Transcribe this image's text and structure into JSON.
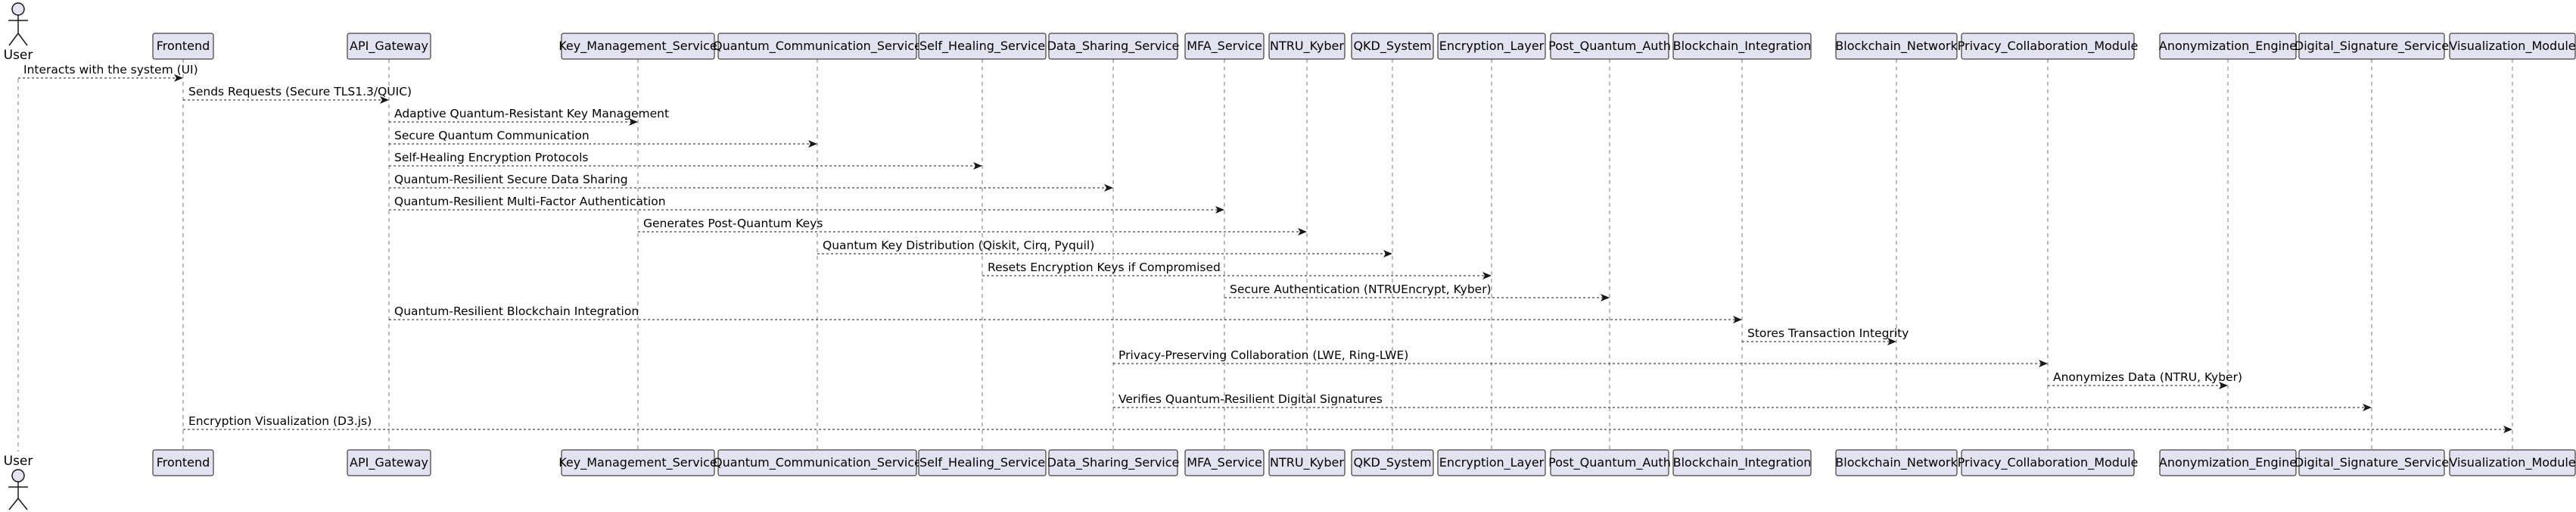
{
  "colors": {
    "box_fill": "#E2E2F0",
    "box_stroke": "#181818",
    "lifeline": "#7a7a7a",
    "arrow": "#181818",
    "text": "#000000"
  },
  "participants": [
    {
      "id": "user",
      "label": "User",
      "kind": "actor"
    },
    {
      "id": "frontend",
      "label": "Frontend",
      "kind": "box"
    },
    {
      "id": "gateway",
      "label": "API_Gateway",
      "kind": "box"
    },
    {
      "id": "kms",
      "label": "Key_Management_Service",
      "kind": "box"
    },
    {
      "id": "qcs",
      "label": "Quantum_Communication_Service",
      "kind": "box"
    },
    {
      "id": "shs",
      "label": "Self_Healing_Service",
      "kind": "box"
    },
    {
      "id": "dss",
      "label": "Data_Sharing_Service",
      "kind": "box"
    },
    {
      "id": "mfa",
      "label": "MFA_Service",
      "kind": "box"
    },
    {
      "id": "ntru",
      "label": "NTRU_Kyber",
      "kind": "box"
    },
    {
      "id": "qkd",
      "label": "QKD_System",
      "kind": "box"
    },
    {
      "id": "enc",
      "label": "Encryption_Layer",
      "kind": "box"
    },
    {
      "id": "pqa",
      "label": "Post_Quantum_Auth",
      "kind": "box"
    },
    {
      "id": "bci",
      "label": "Blockchain_Integration",
      "kind": "box"
    },
    {
      "id": "bcn",
      "label": "Blockchain_Network",
      "kind": "box"
    },
    {
      "id": "pcm",
      "label": "Privacy_Collaboration_Module",
      "kind": "box"
    },
    {
      "id": "ane",
      "label": "Anonymization_Engine",
      "kind": "box"
    },
    {
      "id": "dsig",
      "label": "Digital_Signature_Service",
      "kind": "box"
    },
    {
      "id": "vis",
      "label": "Visualization_Module",
      "kind": "box"
    }
  ],
  "messages": [
    {
      "from": "user",
      "to": "frontend",
      "label": "Interacts with the system (UI)"
    },
    {
      "from": "frontend",
      "to": "gateway",
      "label": "Sends Requests (Secure TLS1.3/QUIC)"
    },
    {
      "from": "gateway",
      "to": "kms",
      "label": "Adaptive Quantum-Resistant Key Management"
    },
    {
      "from": "gateway",
      "to": "qcs",
      "label": "Secure Quantum Communication"
    },
    {
      "from": "gateway",
      "to": "shs",
      "label": "Self-Healing Encryption Protocols"
    },
    {
      "from": "gateway",
      "to": "dss",
      "label": "Quantum-Resilient Secure Data Sharing"
    },
    {
      "from": "gateway",
      "to": "mfa",
      "label": "Quantum-Resilient Multi-Factor Authentication"
    },
    {
      "from": "kms",
      "to": "ntru",
      "label": "Generates Post-Quantum Keys"
    },
    {
      "from": "qcs",
      "to": "qkd",
      "label": "Quantum Key Distribution (Qiskit, Cirq, Pyquil)"
    },
    {
      "from": "shs",
      "to": "enc",
      "label": "Resets Encryption Keys if Compromised"
    },
    {
      "from": "mfa",
      "to": "pqa",
      "label": "Secure Authentication (NTRUEncrypt, Kyber)"
    },
    {
      "from": "gateway",
      "to": "bci",
      "label": "Quantum-Resilient Blockchain Integration"
    },
    {
      "from": "bci",
      "to": "bcn",
      "label": "Stores Transaction Integrity"
    },
    {
      "from": "dss",
      "to": "pcm",
      "label": "Privacy-Preserving Collaboration (LWE, Ring-LWE)"
    },
    {
      "from": "pcm",
      "to": "ane",
      "label": "Anonymizes Data (NTRU, Kyber)"
    },
    {
      "from": "dss",
      "to": "dsig",
      "label": "Verifies Quantum-Resilient Digital Signatures"
    },
    {
      "from": "frontend",
      "to": "vis",
      "label": "Encryption Visualization (D3.js)"
    }
  ]
}
